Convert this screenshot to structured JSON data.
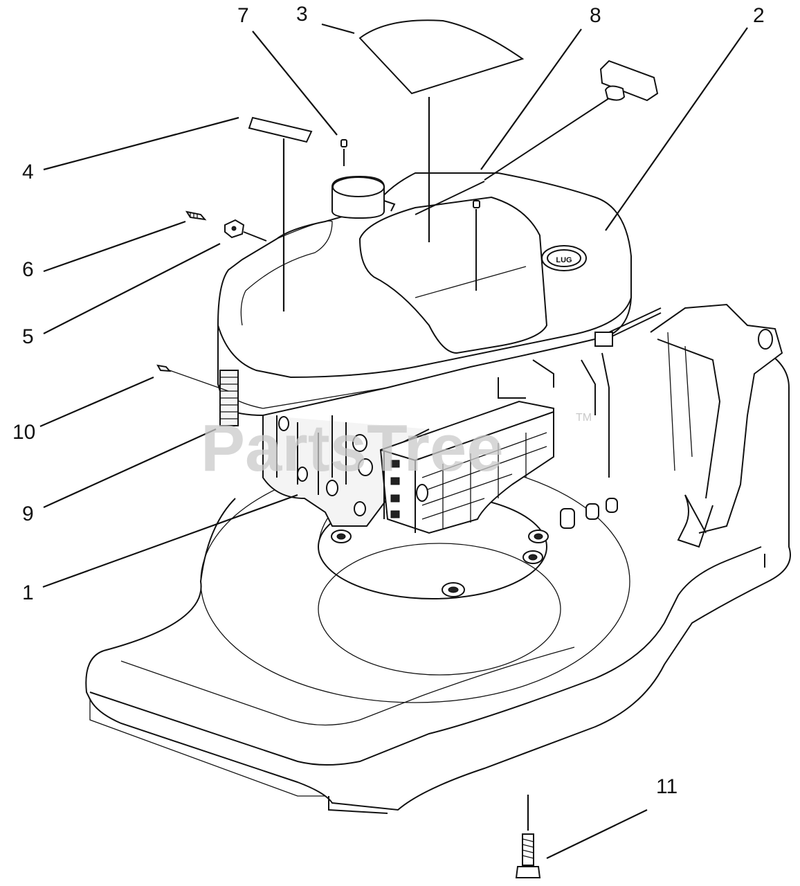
{
  "callouts": {
    "c1": "1",
    "c2": "2",
    "c3": "3",
    "c4": "4",
    "c5": "5",
    "c6": "6",
    "c7": "7",
    "c8": "8",
    "c9": "9",
    "c10": "10",
    "c11": "11"
  },
  "watermark": {
    "text": "PartsTree",
    "trademark": "TM"
  }
}
